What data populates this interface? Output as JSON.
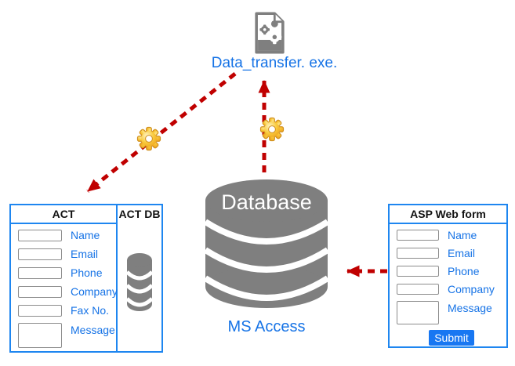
{
  "exe": {
    "label": "Data_transfer. exe.",
    "icon": "executable-file-icon"
  },
  "database": {
    "label": "Database",
    "caption": "MS Access",
    "icon": "database-cylinder-icon"
  },
  "act_panel": {
    "form_title": "ACT",
    "db_title": "ACT DB",
    "db_icon": "database-stack-icon",
    "fields": [
      "Name",
      "Email",
      "Phone",
      "Company",
      "Fax No.",
      "Message"
    ]
  },
  "asp_panel": {
    "title": "ASP Web form",
    "fields": [
      "Name",
      "Email",
      "Phone",
      "Company",
      "Message"
    ],
    "submit_label": "Submit"
  },
  "connectors": {
    "exe_to_act": {
      "style": "dashed-arrow",
      "color": "#C00000",
      "from": "data-transfer-exe",
      "to": "act-form",
      "midpoint_icon": "gear-icon"
    },
    "database_to_exe": {
      "style": "dashed-arrow",
      "color": "#C00000",
      "from": "ms-access-database",
      "to": "data-transfer-exe",
      "midpoint_icon": "gear-icon"
    },
    "asp_to_database": {
      "style": "dashed-arrow",
      "color": "#C00000",
      "from": "asp-web-form",
      "to": "ms-access-database"
    }
  },
  "colors": {
    "accent_blue": "#1673E6",
    "panel_border_blue": "#1E86F0",
    "arrow_red": "#C00000",
    "icon_gray": "#7F7F7F",
    "gear_gold": "#F8C835",
    "submit_button_bg": "#1877F2"
  }
}
